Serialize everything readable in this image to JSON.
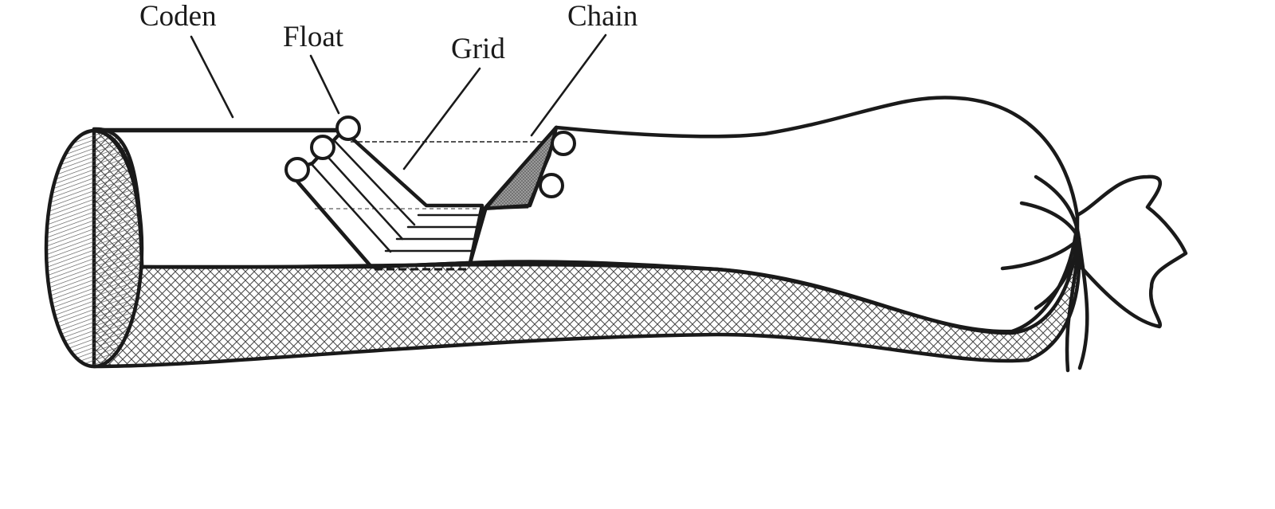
{
  "diagram": {
    "labels": {
      "coden": "Coden",
      "float": "Float",
      "grid": "Grid",
      "chain": "Chain"
    },
    "colors": {
      "ink": "#1a1a1a",
      "background": "#ffffff",
      "chain_panel": "#8a8a8a"
    }
  }
}
